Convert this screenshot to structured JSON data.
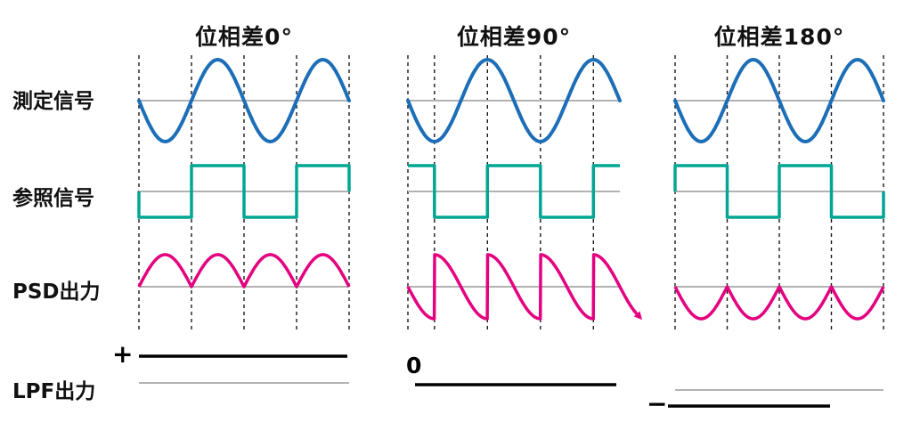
{
  "diagram": {
    "columns": [
      {
        "title": "位相差0°",
        "phase_deg": 0,
        "lpf": {
          "symbol": "+",
          "level": "positive"
        }
      },
      {
        "title": "位相差90°",
        "phase_deg": 90,
        "lpf": {
          "symbol": "0",
          "level": "zero"
        }
      },
      {
        "title": "位相差180°",
        "phase_deg": 180,
        "lpf": {
          "symbol": "−",
          "level": "negative"
        }
      }
    ],
    "rows": [
      {
        "label": "測定信号",
        "type": "sine",
        "color": "#1c6eb7"
      },
      {
        "label": "参照信号",
        "type": "square",
        "color": "#00a693"
      },
      {
        "label": "PSD出力",
        "type": "psd",
        "color": "#e4007f"
      },
      {
        "label": "LPF出力",
        "type": "dc",
        "color": "#000000"
      }
    ],
    "axis_color": "#b2b2b2",
    "dash_color": "#1a1a1a"
  }
}
